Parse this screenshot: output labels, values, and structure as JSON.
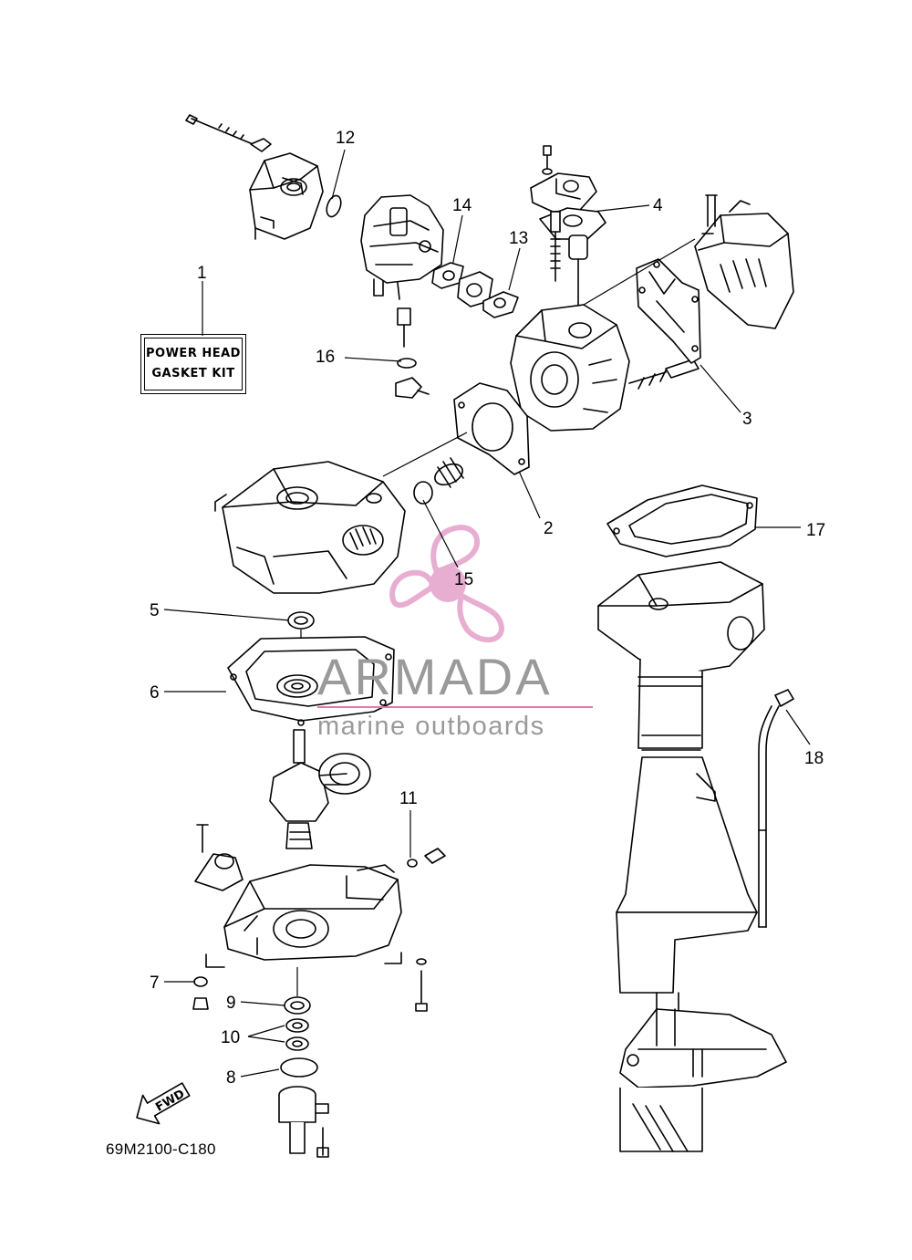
{
  "diagram": {
    "code": "69M2100-C180",
    "kit_label": {
      "line1": "POWER HEAD",
      "line2": "GASKET KIT"
    },
    "fwd_arrow": "FWD",
    "callouts": [
      "1",
      "2",
      "3",
      "4",
      "5",
      "6",
      "7",
      "8",
      "9",
      "10",
      "11",
      "12",
      "13",
      "14",
      "15",
      "16",
      "17",
      "18"
    ]
  },
  "watermark": {
    "brand": "ARMADA",
    "tagline": "marine outboards",
    "logo_icon": "propeller-icon",
    "colors": {
      "logo": "#e39ac6",
      "text": "#9a9a9a"
    }
  }
}
